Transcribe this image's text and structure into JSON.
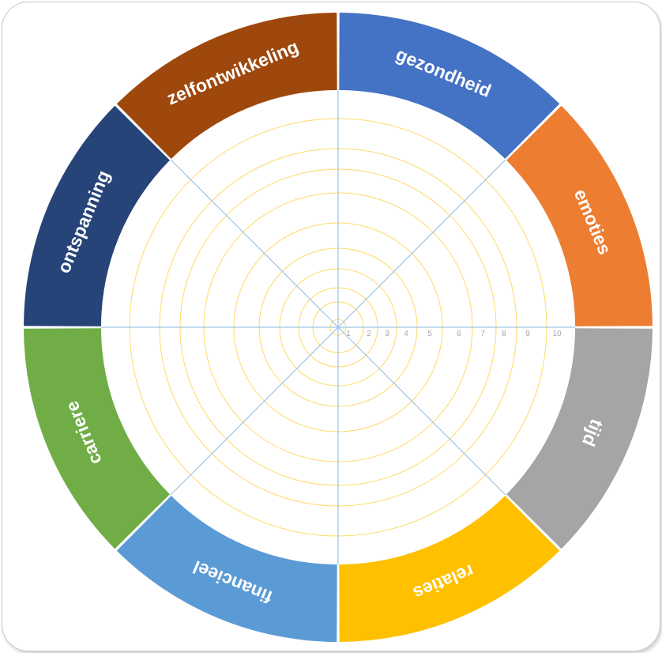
{
  "wheel": {
    "segments": [
      {
        "label": "gezondheid",
        "color": "#4472C4"
      },
      {
        "label": "emoties",
        "color": "#ED7D31"
      },
      {
        "label": "tijd",
        "color": "#A5A5A5"
      },
      {
        "label": "relaties",
        "color": "#FFC000"
      },
      {
        "label": "financieel",
        "color": "#5B9BD5"
      },
      {
        "label": "carriere",
        "color": "#70AD47"
      },
      {
        "label": "ontspanning",
        "color": "#264478"
      },
      {
        "label": "zelfontwikkeling",
        "color": "#9E480E"
      }
    ],
    "scale": {
      "ticks": [
        "1",
        "2",
        "3",
        "4",
        "5",
        "6",
        "7",
        "8",
        "9",
        "10"
      ],
      "ring_color": "#FFD966",
      "spoke_color": "#9DC3E6"
    }
  }
}
